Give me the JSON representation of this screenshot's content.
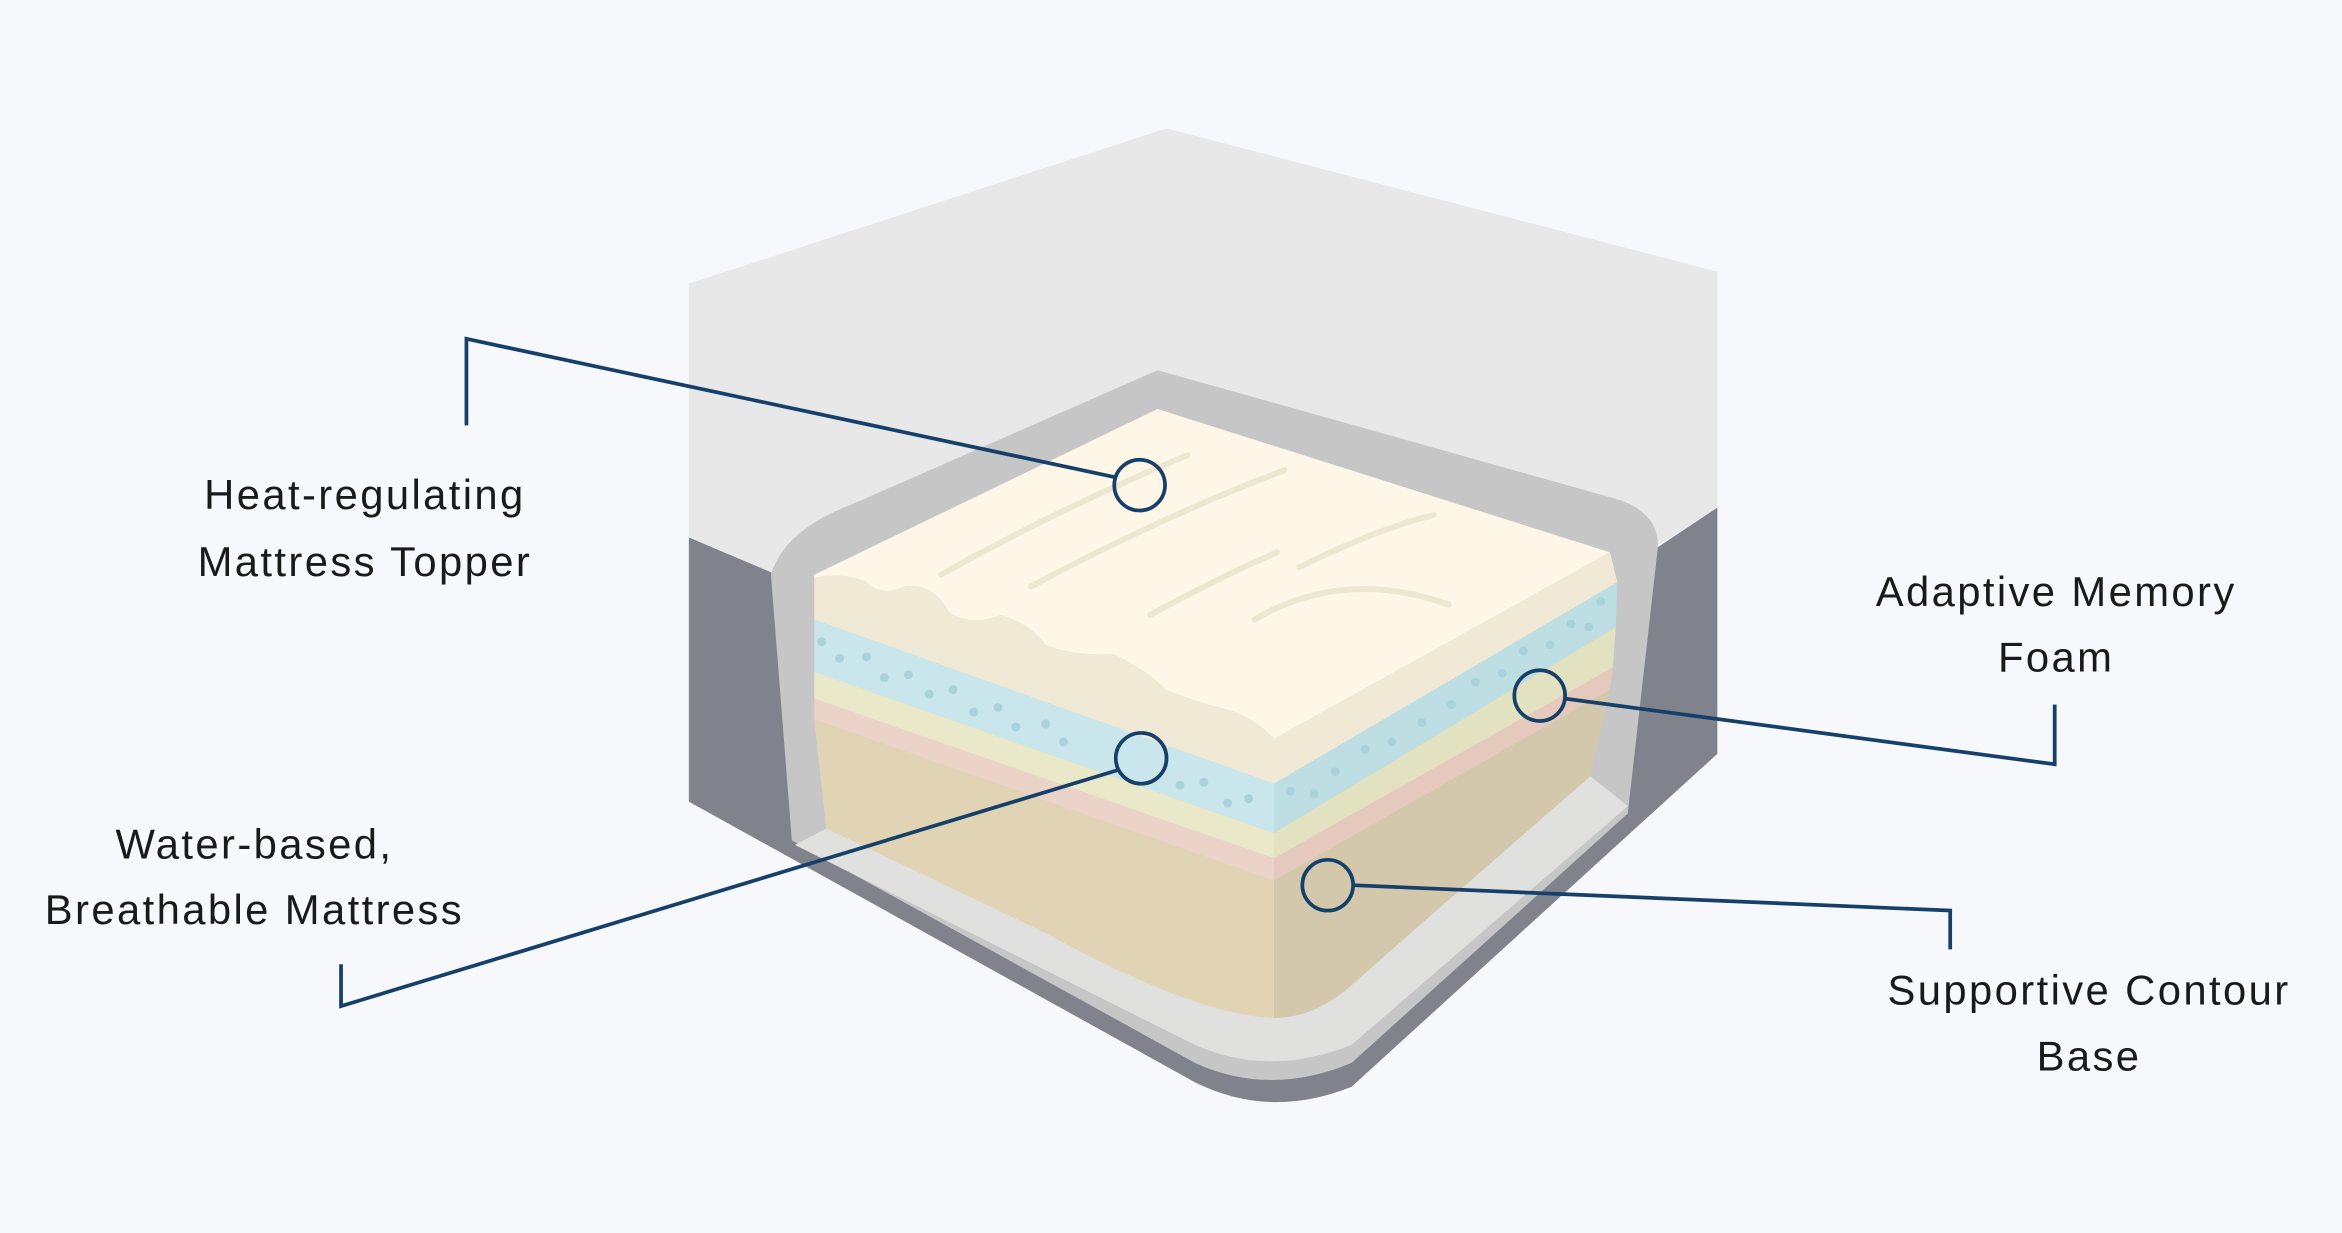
{
  "diagram": {
    "callouts": [
      {
        "id": "topper",
        "lines": [
          "Heat-regulating",
          "Mattress Topper"
        ]
      },
      {
        "id": "memory-foam",
        "lines": [
          "Adaptive Memory",
          "Foam"
        ]
      },
      {
        "id": "water-mattress",
        "lines": [
          "Water-based,",
          "Breathable Mattress"
        ]
      },
      {
        "id": "contour-base",
        "lines": [
          "Supportive Contour",
          "Base"
        ]
      }
    ],
    "colors": {
      "background": "#f6f8fb",
      "leader": "#163f6a",
      "box_top": "#e8e8e8",
      "box_side": "#80838c",
      "topper": "#fef7e8",
      "foam": "#c8e6ec",
      "base": "#e1d4b5"
    }
  }
}
